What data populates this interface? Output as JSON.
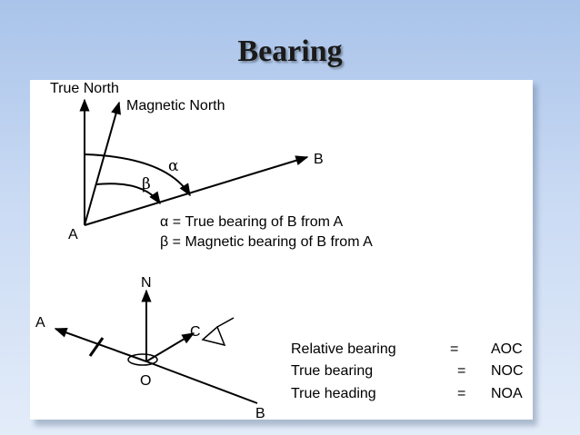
{
  "slide": {
    "title": "Bearing"
  },
  "top_diagram": {
    "true_north_label": "True North",
    "magnetic_north_label": "Magnetic North",
    "point_a_label": "A",
    "point_b_label": "B",
    "alpha_symbol": "α",
    "beta_symbol": "β",
    "legend_alpha": "α = True bearing of B from A",
    "legend_beta": "β = Magnetic bearing of B from A"
  },
  "bottom_diagram": {
    "north_label": "N",
    "a_label": "A",
    "b_label": "B",
    "c_label": "C",
    "o_label": "O",
    "relations": [
      {
        "name": "Relative bearing",
        "eq": "=",
        "value": "AOC"
      },
      {
        "name": "True bearing",
        "eq": "=",
        "value": "NOC"
      },
      {
        "name": "True heading",
        "eq": "=",
        "value": "NOA"
      }
    ]
  }
}
